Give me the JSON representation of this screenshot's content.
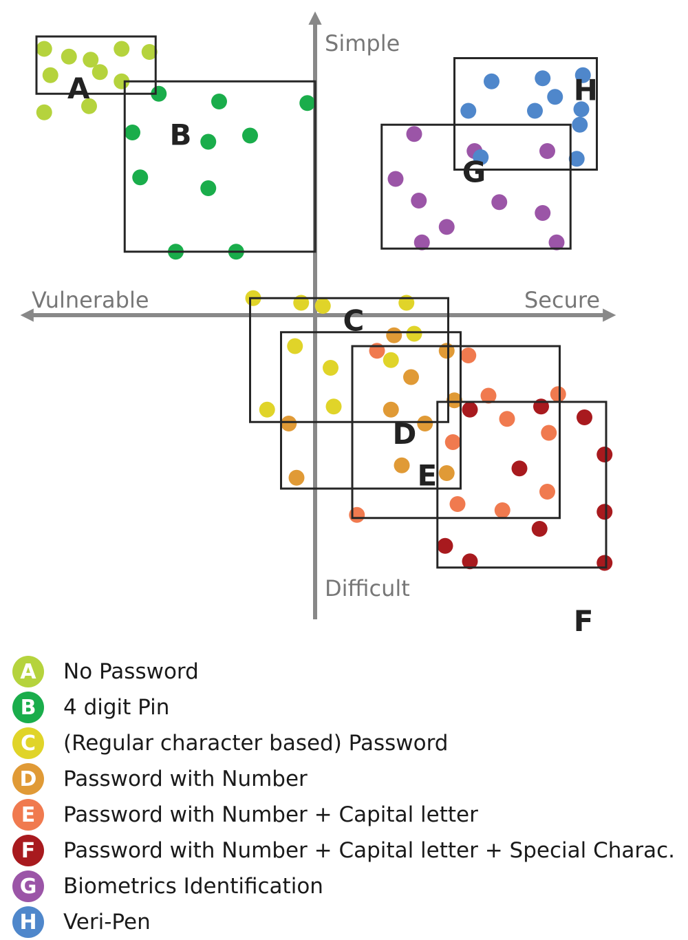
{
  "chart_data": {
    "type": "scatter",
    "title": "",
    "axes": {
      "x_negative_label": "Vulnerable",
      "x_positive_label": "Secure",
      "y_positive_label": "Simple",
      "y_negative_label": "Difficult"
    },
    "xlim": [
      -10,
      10
    ],
    "ylim": [
      -10,
      10
    ],
    "grid": false,
    "legend_placement": "bottom",
    "series": [
      {
        "letter": "A",
        "name": "No Password",
        "color": "#b5d33d",
        "box": [
          -9.0,
          -5.15,
          9.0,
          7.15
        ],
        "points": [
          [
            -8.75,
            8.6
          ],
          [
            -7.95,
            8.35
          ],
          [
            -7.25,
            8.25
          ],
          [
            -6.25,
            8.6
          ],
          [
            -5.35,
            8.5
          ],
          [
            -8.55,
            7.75
          ],
          [
            -6.25,
            7.55
          ],
          [
            -8.75,
            6.55
          ],
          [
            -7.3,
            6.75
          ],
          [
            -6.95,
            7.85
          ]
        ]
      },
      {
        "letter": "B",
        "name": "4 digit Pin",
        "color": "#1aad4b",
        "box": [
          -6.15,
          0.0,
          7.55,
          2.05
        ],
        "points": [
          [
            -5.05,
            7.15
          ],
          [
            -3.1,
            6.9
          ],
          [
            -0.25,
            6.85
          ],
          [
            -5.9,
            5.9
          ],
          [
            -3.45,
            5.6
          ],
          [
            -2.1,
            5.8
          ],
          [
            -5.65,
            4.45
          ],
          [
            -3.45,
            4.1
          ],
          [
            -4.5,
            2.05
          ],
          [
            -2.55,
            2.05
          ]
        ]
      },
      {
        "letter": "C",
        "name": "(Regular character based) Password",
        "color": "#e0d429",
        "box": [
          -2.1,
          4.3,
          0.55,
          -3.45
        ],
        "points": [
          [
            -2.0,
            0.55
          ],
          [
            -0.45,
            0.4
          ],
          [
            0.25,
            0.3
          ],
          [
            2.95,
            0.4
          ],
          [
            -0.65,
            -1.0
          ],
          [
            3.2,
            -0.6
          ],
          [
            0.5,
            -1.7
          ],
          [
            2.45,
            -1.45
          ],
          [
            0.6,
            -2.95
          ],
          [
            -1.55,
            -3.05
          ]
        ]
      },
      {
        "letter": "D",
        "name": "Password with Number",
        "color": "#e09a36",
        "box": [
          -1.1,
          4.7,
          -0.55,
          -5.6
        ],
        "points": [
          [
            2.55,
            -0.65
          ],
          [
            4.25,
            -1.15
          ],
          [
            3.1,
            -2.0
          ],
          [
            4.5,
            -2.75
          ],
          [
            2.45,
            -3.05
          ],
          [
            3.55,
            -3.5
          ],
          [
            -0.85,
            -3.5
          ],
          [
            2.8,
            -4.85
          ],
          [
            4.25,
            -5.1
          ],
          [
            -0.6,
            -5.25
          ]
        ]
      },
      {
        "letter": "E",
        "name": "Password with Number + Capital letter",
        "color": "#f07a4f",
        "box": [
          1.2,
          7.9,
          -1.0,
          -6.55
        ],
        "points": [
          [
            2.0,
            -1.15
          ],
          [
            4.95,
            -1.3
          ],
          [
            5.6,
            -2.6
          ],
          [
            7.85,
            -2.55
          ],
          [
            6.2,
            -3.35
          ],
          [
            7.55,
            -3.8
          ],
          [
            4.45,
            -4.1
          ],
          [
            7.5,
            -5.7
          ],
          [
            4.6,
            -6.1
          ],
          [
            6.05,
            -6.3
          ],
          [
            1.35,
            -6.45
          ]
        ]
      },
      {
        "letter": "F",
        "name": "Password with Number + Capital letter + Special Charac.",
        "color": "#a81a1e",
        "box": [
          3.95,
          9.4,
          -2.8,
          -8.15
        ],
        "points": [
          [
            5.0,
            -3.05
          ],
          [
            7.3,
            -2.95
          ],
          [
            8.7,
            -3.3
          ],
          [
            9.35,
            -4.5
          ],
          [
            6.6,
            -4.95
          ],
          [
            9.35,
            -6.35
          ],
          [
            7.25,
            -6.9
          ],
          [
            4.2,
            -7.45
          ],
          [
            5.0,
            -7.95
          ],
          [
            9.35,
            -8.0
          ]
        ]
      },
      {
        "letter": "G",
        "name": "Biometrics Identification",
        "color": "#9b55a7",
        "box": [
          2.15,
          8.25,
          6.15,
          2.15
        ],
        "points": [
          [
            3.2,
            5.85
          ],
          [
            5.15,
            5.3
          ],
          [
            7.5,
            5.3
          ],
          [
            2.6,
            4.4
          ],
          [
            3.35,
            3.7
          ],
          [
            5.95,
            3.65
          ],
          [
            7.35,
            3.3
          ],
          [
            4.25,
            2.85
          ],
          [
            3.45,
            2.35
          ],
          [
            7.8,
            2.35
          ]
        ]
      },
      {
        "letter": "H",
        "name": "Veri-Pen",
        "color": "#4f87cb",
        "box": [
          4.5,
          9.1,
          8.3,
          4.7
        ],
        "points": [
          [
            5.7,
            7.55
          ],
          [
            7.35,
            7.65
          ],
          [
            8.65,
            7.75
          ],
          [
            7.75,
            7.05
          ],
          [
            4.95,
            6.6
          ],
          [
            7.1,
            6.6
          ],
          [
            8.6,
            6.65
          ],
          [
            8.55,
            6.15
          ],
          [
            5.35,
            5.1
          ],
          [
            8.45,
            5.05
          ]
        ]
      }
    ]
  }
}
